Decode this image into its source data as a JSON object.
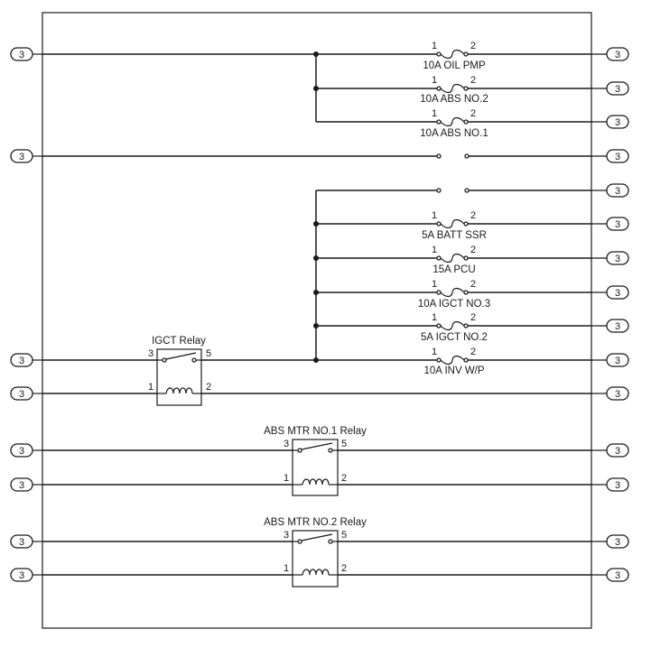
{
  "terminal_label": "3",
  "fuses": [
    {
      "label": "10A OIL PMP",
      "pin_left": "1",
      "pin_right": "2"
    },
    {
      "label": "10A ABS NO.2",
      "pin_left": "1",
      "pin_right": "2"
    },
    {
      "label": "10A ABS NO.1",
      "pin_left": "1",
      "pin_right": "2"
    },
    {
      "label": "5A BATT SSR",
      "pin_left": "1",
      "pin_right": "2"
    },
    {
      "label": "15A PCU",
      "pin_left": "1",
      "pin_right": "2"
    },
    {
      "label": "10A IGCT NO.3",
      "pin_left": "1",
      "pin_right": "2"
    },
    {
      "label": "5A IGCT NO.2",
      "pin_left": "1",
      "pin_right": "2"
    },
    {
      "label": "10A INV W/P",
      "pin_left": "1",
      "pin_right": "2"
    }
  ],
  "relays": [
    {
      "label": "IGCT Relay",
      "pin_sw_left": "3",
      "pin_sw_right": "5",
      "pin_coil_left": "1",
      "pin_coil_right": "2"
    },
    {
      "label": "ABS MTR NO.1 Relay",
      "pin_sw_left": "3",
      "pin_sw_right": "5",
      "pin_coil_left": "1",
      "pin_coil_right": "2"
    },
    {
      "label": "ABS MTR NO.2 Relay",
      "pin_sw_left": "3",
      "pin_sw_right": "5",
      "pin_coil_left": "1",
      "pin_coil_right": "2"
    }
  ]
}
